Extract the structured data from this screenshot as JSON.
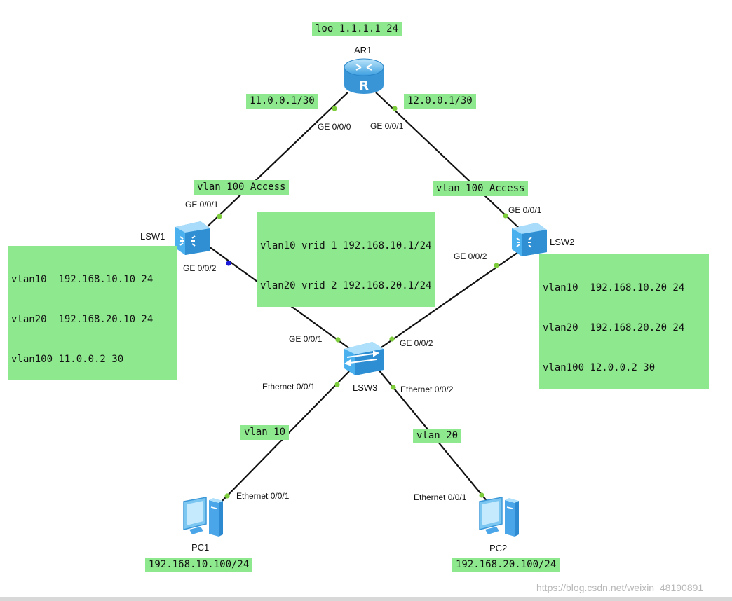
{
  "devices": {
    "ar1": "AR1",
    "lsw1": "LSW1",
    "lsw2": "LSW2",
    "lsw3": "LSW3",
    "pc1": "PC1",
    "pc2": "PC2"
  },
  "notes": {
    "loopback": "loo 1.1.1.1 24",
    "ar1_left_ip": "11.0.0.1/30",
    "ar1_right_ip": "12.0.0.1/30",
    "lsw1_uplink_vlan": "vlan 100 Access",
    "lsw2_uplink_vlan": "vlan 100 Access",
    "vrrp": [
      "vlan10 vrid 1 192.168.10.1/24",
      "vlan20 vrid 2 192.168.20.1/24"
    ],
    "lsw1_vlans": [
      "vlan10  192.168.10.10 24",
      "vlan20  192.168.20.10 24",
      "vlan100 11.0.0.2 30"
    ],
    "lsw2_vlans": [
      "vlan10  192.168.10.20 24",
      "vlan20  192.168.20.20 24",
      "vlan100 12.0.0.2 30"
    ],
    "pc1_vlan": "vlan 10",
    "pc2_vlan": "vlan 20",
    "pc1_ip": "192.168.10.100/24",
    "pc2_ip": "192.168.20.100/24"
  },
  "ports": {
    "ar1_left": "GE 0/0/0",
    "ar1_right": "GE 0/0/1",
    "lsw1_up": "GE 0/0/1",
    "lsw1_down": "GE 0/0/2",
    "lsw2_up": "GE 0/0/1",
    "lsw2_down": "GE 0/0/2",
    "lsw3_left": "GE 0/0/1",
    "lsw3_right": "GE 0/0/2",
    "lsw3_eth1": "Ethernet 0/0/1",
    "lsw3_eth2": "Ethernet 0/0/2",
    "pc1_eth": "Ethernet 0/0/1",
    "pc2_eth": "Ethernet 0/0/1"
  },
  "watermark": "https://blog.csdn.net/weixin_48190891",
  "colors": {
    "note_bg": "#8ee88e",
    "port_up": "#7ccc3c",
    "port_blocked": "#1a1ad8",
    "device_blue": "#4aa6e8"
  }
}
